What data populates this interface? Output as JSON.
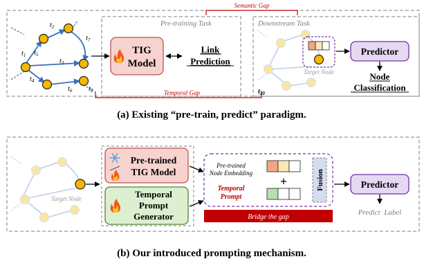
{
  "panel_a": {
    "graph_labels": {
      "t1": "t",
      "t1_sub": "1",
      "t2": "t",
      "t2_sub": "2",
      "t3": "t",
      "t3_sub": "3",
      "t4": "t",
      "t4_sub": "4",
      "t5": "t",
      "t5_sub": "5",
      "t6": "t",
      "t6_sub": "6",
      "t7": "t",
      "t7_sub": "7",
      "t8": "t",
      "t8_sub": "8",
      "t20": "t",
      "t20_sub": "20"
    },
    "pretraining_label": "Pre-training Task",
    "downstream_label": "Downstream Task",
    "semantic_gap": "Semantic Gap",
    "temporal_gap": "Temporal Gap",
    "tig_model": [
      "TIG",
      "Model"
    ],
    "link_prediction": [
      "Link",
      "Prediction"
    ],
    "target_node": "Target Node",
    "predictor": "Predictor",
    "node_classification": [
      "Node",
      "Classification"
    ],
    "caption": "(a) Existing “pre-train, predict” paradigm."
  },
  "panel_b": {
    "target_node": "Target Node",
    "pretrained_tig": [
      "Pre-trained",
      "TIG Model"
    ],
    "temporal_prompt_generator": [
      "Temporal",
      "Prompt",
      "Generator"
    ],
    "pretrained_embedding": [
      "Pre-trained",
      "Node Embedding"
    ],
    "temporal_prompt": [
      "Temporal",
      "Prompt"
    ],
    "plus": "+",
    "fusion": "Fusion",
    "bridge_gap": "Bridge the gap",
    "predictor": "Predictor",
    "predict_label": "Predict  Label",
    "caption": "(b) Our introduced prompting mechanism."
  },
  "colors": {
    "node_fill": "#f5b800",
    "edge_blue": "#3a6fc0",
    "faded_blue": "#c5d3ef",
    "faded_node": "#f9e6a6",
    "red": "#c00000",
    "model_fill": "#f7d3cf",
    "model_stroke": "#c0504d",
    "predictor_fill": "#e6d8f2",
    "predictor_stroke": "#7030a0",
    "generator_fill": "#dcefd0",
    "generator_stroke": "#548235",
    "fusion_fill": "#d4dcf1",
    "embed_orange": "#f4a582",
    "embed_beige": "#fbe6b5",
    "embed_green": "#b7dfb0",
    "embed_blue": "#b6c7ec",
    "frame_gray": "#7f7f7f"
  },
  "icons": {
    "fire": "fire-icon",
    "snowflake": "snowflake-icon"
  }
}
